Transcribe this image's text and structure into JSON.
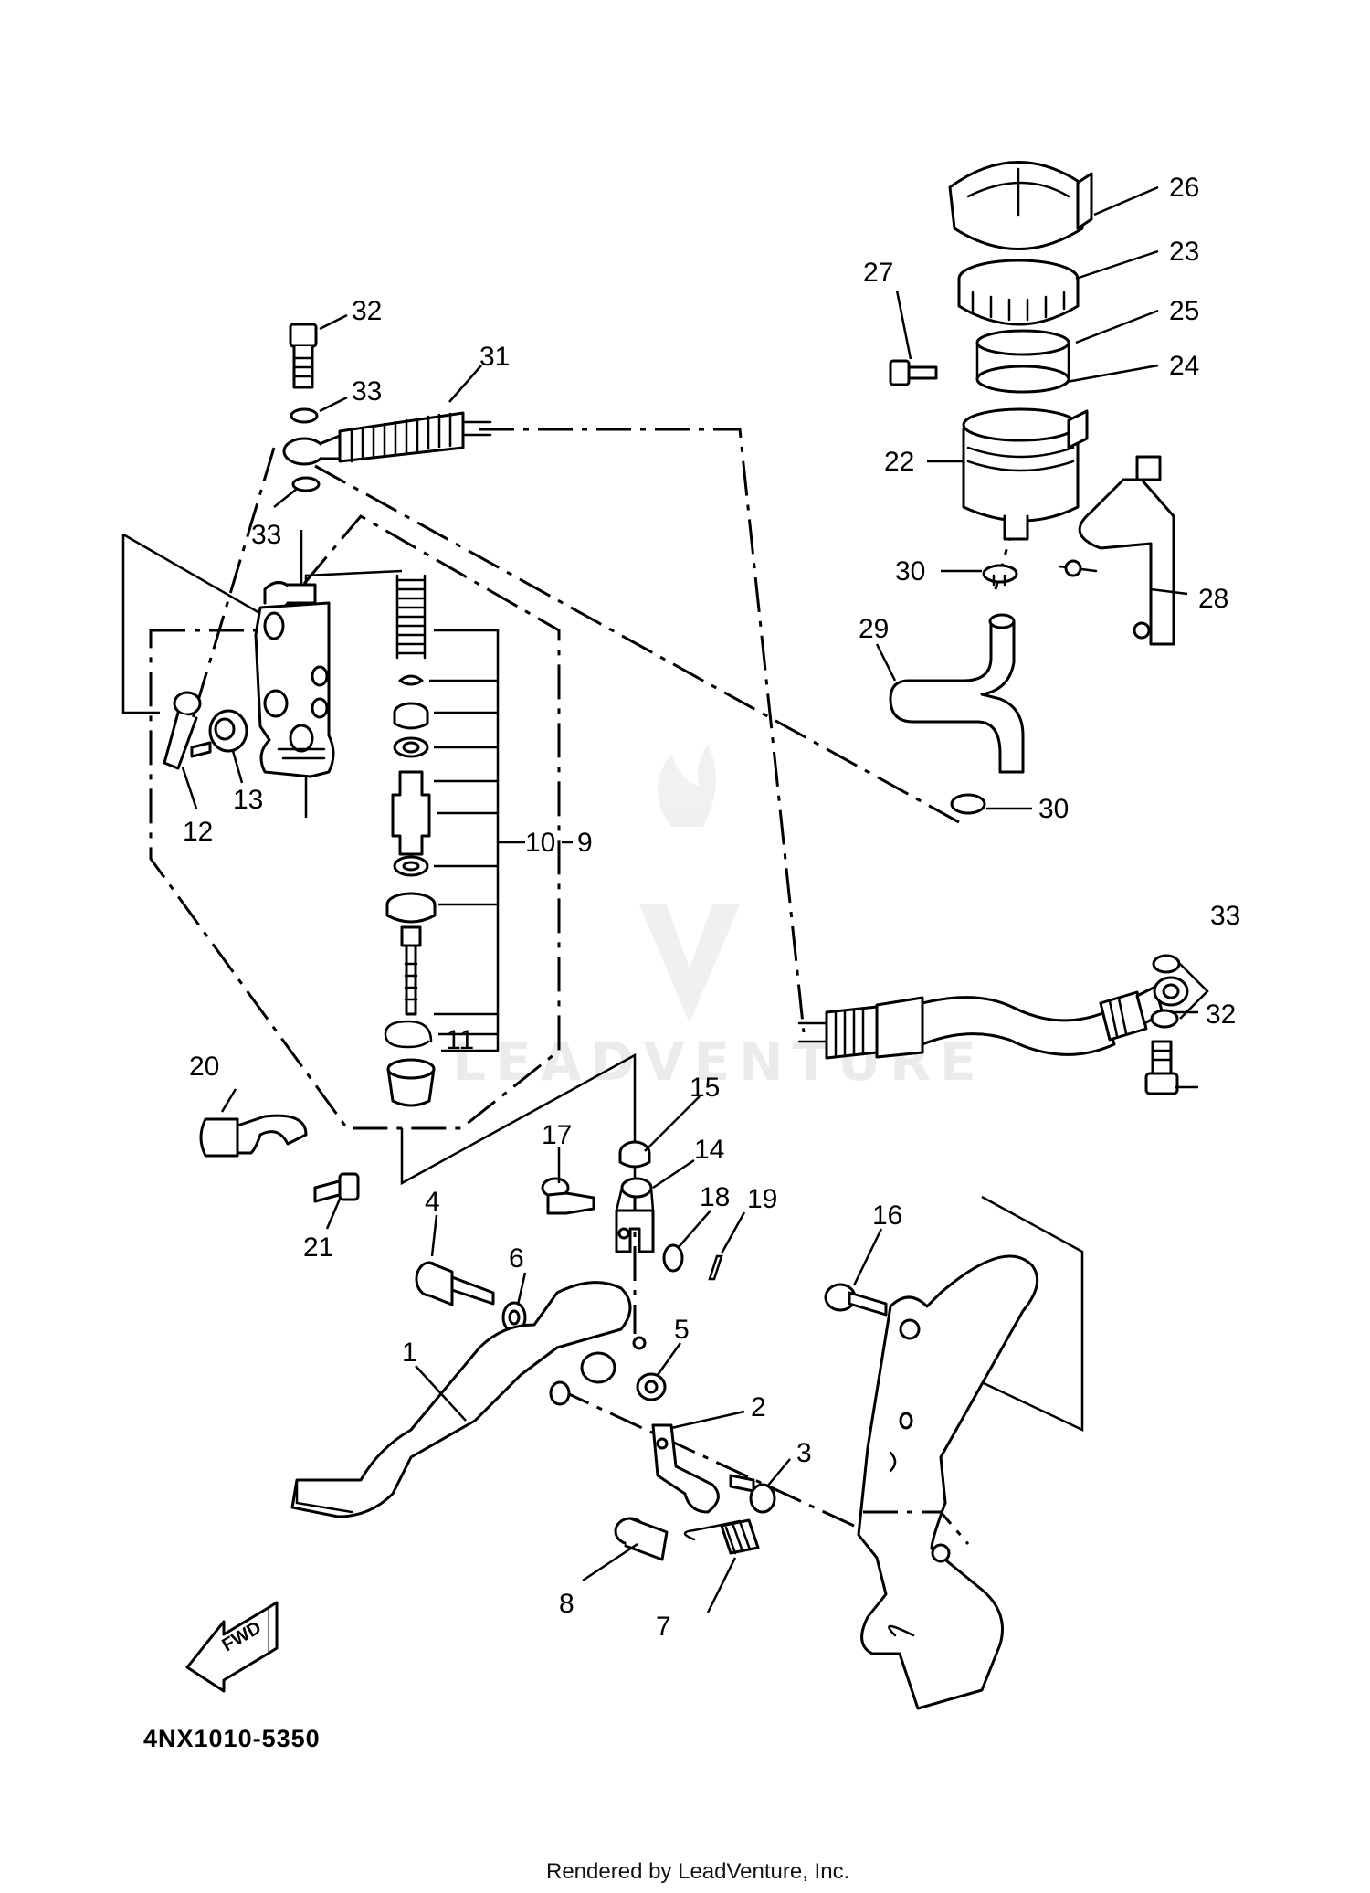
{
  "diagram_code": "4NX1010-5350",
  "rendered_by": "Rendered by LeadVenture, Inc.",
  "watermark": "LEADVENTURE",
  "fwd_label": "FWD",
  "callouts": [
    {
      "id": "c1",
      "label": "1"
    },
    {
      "id": "c2",
      "label": "2"
    },
    {
      "id": "c3",
      "label": "3"
    },
    {
      "id": "c4",
      "label": "4"
    },
    {
      "id": "c5",
      "label": "5"
    },
    {
      "id": "c6",
      "label": "6"
    },
    {
      "id": "c7",
      "label": "7"
    },
    {
      "id": "c8",
      "label": "8"
    },
    {
      "id": "c9",
      "label": "9"
    },
    {
      "id": "c10",
      "label": "10"
    },
    {
      "id": "c11",
      "label": "11"
    },
    {
      "id": "c12",
      "label": "12"
    },
    {
      "id": "c13",
      "label": "13"
    },
    {
      "id": "c14",
      "label": "14"
    },
    {
      "id": "c15",
      "label": "15"
    },
    {
      "id": "c16",
      "label": "16"
    },
    {
      "id": "c17",
      "label": "17"
    },
    {
      "id": "c18",
      "label": "18"
    },
    {
      "id": "c19",
      "label": "19"
    },
    {
      "id": "c20",
      "label": "20"
    },
    {
      "id": "c21",
      "label": "21"
    },
    {
      "id": "c22",
      "label": "22"
    },
    {
      "id": "c23",
      "label": "23"
    },
    {
      "id": "c24",
      "label": "24"
    },
    {
      "id": "c25",
      "label": "25"
    },
    {
      "id": "c26",
      "label": "26"
    },
    {
      "id": "c27",
      "label": "27"
    },
    {
      "id": "c28",
      "label": "28"
    },
    {
      "id": "c29",
      "label": "29"
    },
    {
      "id": "c30a",
      "label": "30"
    },
    {
      "id": "c30b",
      "label": "30"
    },
    {
      "id": "c31",
      "label": "31"
    },
    {
      "id": "c32a",
      "label": "32"
    },
    {
      "id": "c32b",
      "label": "32"
    },
    {
      "id": "c33a",
      "label": "33"
    },
    {
      "id": "c33b",
      "label": "33"
    },
    {
      "id": "c33c",
      "label": "33"
    }
  ]
}
